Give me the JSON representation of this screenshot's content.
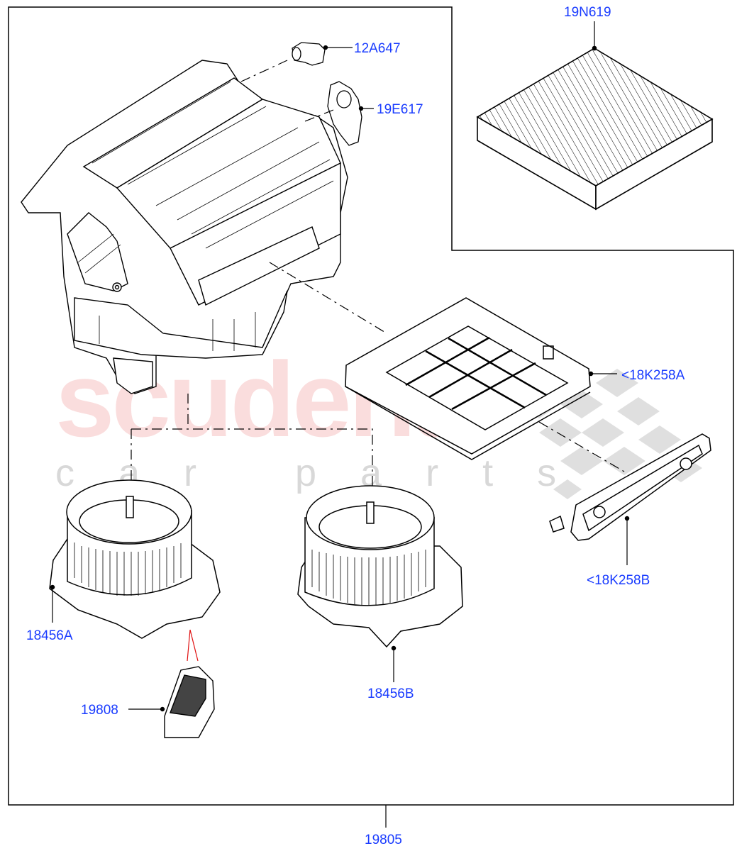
{
  "diagram": {
    "type": "exploded-parts-view",
    "subject": "Blower / heater-cooling unit assembly with cabin filters and blower motors",
    "colors": {
      "label": "#1a3cff",
      "line": "#000000",
      "leader_red": "#e01010",
      "watermark_red": "#f2a0a0",
      "watermark_grey": "#d4d4d4",
      "checker_grey": "#d8d8d8"
    },
    "watermark": {
      "main": "scuderia",
      "sub": "car parts"
    },
    "callouts": [
      {
        "id": "12A647",
        "text": "12A647",
        "part": "actuator (small)"
      },
      {
        "id": "19E617",
        "text": "19E617",
        "part": "actuator / motor"
      },
      {
        "id": "19N619",
        "text": "19N619",
        "part": "pollen / cabin air filter"
      },
      {
        "id": "18K258A",
        "text": "<18K258A",
        "part": "filter housing tray"
      },
      {
        "id": "18K258B",
        "text": "<18K258B",
        "part": "filter housing cover"
      },
      {
        "id": "18456A",
        "text": "18456A",
        "part": "blower motor (left)"
      },
      {
        "id": "18456B",
        "text": "18456B",
        "part": "blower motor (right)"
      },
      {
        "id": "19808",
        "text": "19808",
        "part": "blower resistor / control module"
      },
      {
        "id": "19805",
        "text": "19805",
        "part": "complete blower assembly"
      }
    ]
  }
}
